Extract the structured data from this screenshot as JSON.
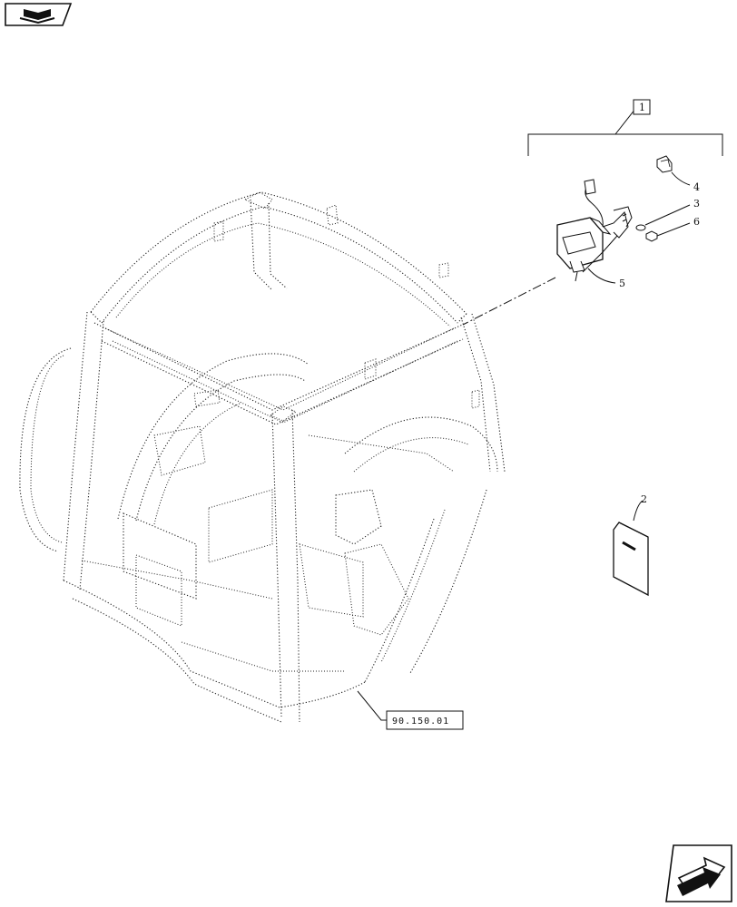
{
  "icons": {
    "top_left": "book-open-icon",
    "bottom_right": "next-page-arrow-icon"
  },
  "callouts": {
    "group": "1",
    "manual": "2",
    "item_3": "3",
    "item_4": "4",
    "item_5": "5",
    "item_6": "6"
  },
  "reference": "90.150.01",
  "colors": {
    "line": "#111111",
    "background": "#ffffff"
  }
}
